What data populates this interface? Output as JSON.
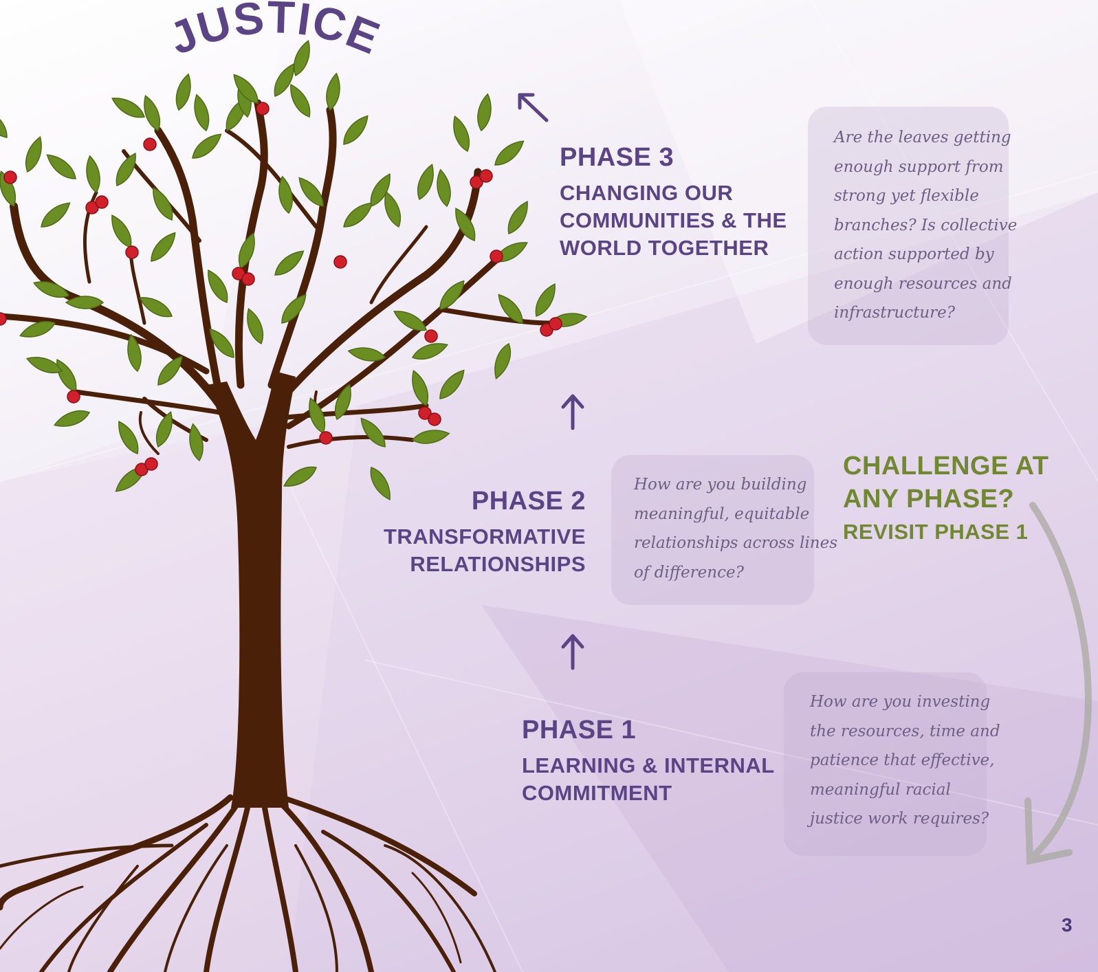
{
  "title": "JUSTICE",
  "phases": {
    "phase3": {
      "label": "PHASE 3",
      "name_lines": [
        "CHANGING OUR",
        "COMMUNITIES & THE",
        "WORLD TOGETHER"
      ]
    },
    "phase2": {
      "label": "PHASE 2",
      "name_lines": [
        "TRANSFORMATIVE",
        "RELATIONSHIPS"
      ]
    },
    "phase1": {
      "label": "PHASE 1",
      "name_lines": [
        "LEARNING & INTERNAL",
        "COMMITMENT"
      ]
    }
  },
  "questions": {
    "phase3": [
      "Are the leaves getting",
      "enough support from",
      "strong yet flexible",
      "branches? Is collective",
      "action supported by",
      "enough resources and",
      "infrastructure?"
    ],
    "phase2": [
      "How are you building",
      "meaningful, equitable",
      "relationships across lines",
      "of difference?"
    ],
    "phase1": [
      "How are you investing",
      "the resources, time and",
      "patience that effective,",
      "meaningful racial",
      "justice work requires?"
    ]
  },
  "challenge": {
    "lines": [
      "CHALLENGE AT",
      "ANY PHASE?"
    ],
    "subtext": "REVISIT PHASE 1"
  },
  "page_number": "3",
  "colors": {
    "purple": "#5a4485",
    "green": "#70882f",
    "trunk": "#4a2108",
    "leaf": "#6b8e23",
    "berry": "#d0202a"
  }
}
